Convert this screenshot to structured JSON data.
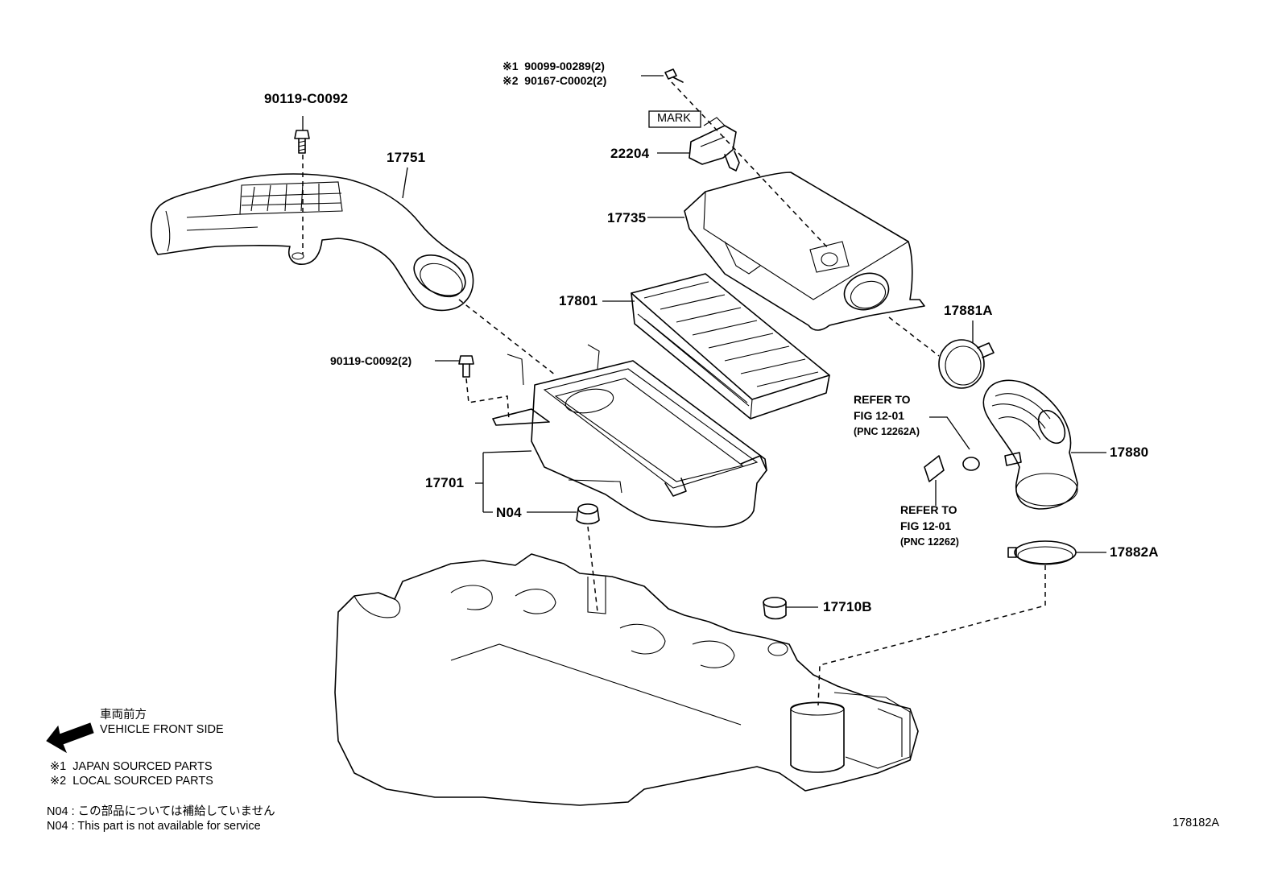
{
  "callouts": {
    "bolt_top_left": "90119-C0092",
    "inlet_duct": "17751",
    "screw_line1": "※1  90099-00289(2)",
    "screw_line2": "※2  90167-C0002(2)",
    "mark_box": "MARK",
    "sensor": "22204",
    "case_cap": "17735",
    "filter_element": "17801",
    "bolt_mid": "90119-C0092(2)",
    "clamp_upper": "17881A",
    "case_body": "17701",
    "n04": "N04",
    "hose": "17880",
    "clamp_lower": "17882A",
    "grommet": "17710B",
    "refer1_line1": "REFER TO",
    "refer1_line2": "FIG 12-01",
    "refer1_line3": "(PNC 12262A)",
    "refer2_line1": "REFER TO",
    "refer2_line2": "FIG 12-01",
    "refer2_line3": "(PNC 12262)"
  },
  "legend": {
    "front_jp": "車両前方",
    "front_en": "VEHICLE FRONT SIDE",
    "note1": "※1  JAPAN SOURCED PARTS",
    "note2": "※2  LOCAL SOURCED PARTS",
    "n04_jp": "N04 : この部品については補給していません",
    "n04_en": "N04 : This part is not available for service"
  },
  "figure_id": "178182A"
}
